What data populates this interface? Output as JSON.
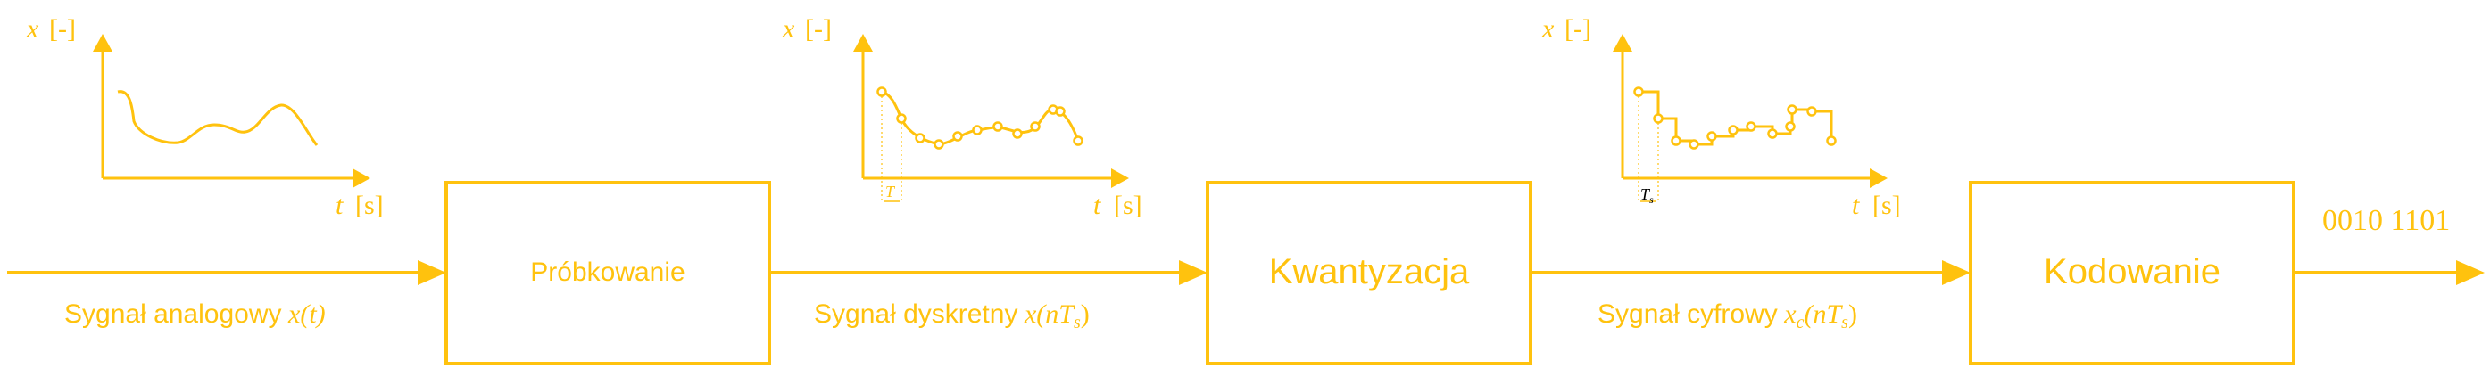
{
  "colors": {
    "accent": "#FFC20E",
    "background": "#FFFFFF"
  },
  "blocks": {
    "sampling": "Próbkowanie",
    "quantization": "Kwantyzacja",
    "coding": "Kodowanie"
  },
  "signals": {
    "analog": {
      "label": "Sygnał analogowy",
      "math": "x(t)"
    },
    "discrete": {
      "label": "Sygnał dyskretny",
      "math": "x(nT",
      "math_sub": "s",
      "math_close": ")"
    },
    "digital": {
      "label": "Sygnał cyfrowy",
      "math": "x",
      "math_sub": "c",
      "math_mid": "(nT",
      "math_sub2": "s",
      "math_close": ")"
    }
  },
  "output": {
    "bits": "0010 1101"
  },
  "plots": {
    "analog": {
      "ylabel_var": "x",
      "ylabel_unit": "[-]",
      "xlabel_var": "t",
      "xlabel_unit": "[s]"
    },
    "discrete": {
      "ylabel_var": "x",
      "ylabel_unit": "[-]",
      "xlabel_var": "t",
      "xlabel_unit": "[s]",
      "period_label": "T"
    },
    "digital": {
      "ylabel_var": "x",
      "ylabel_unit": "[-]",
      "xlabel_var": "t",
      "xlabel_unit": "[s]",
      "period_label": "T",
      "period_sub": "s"
    }
  }
}
